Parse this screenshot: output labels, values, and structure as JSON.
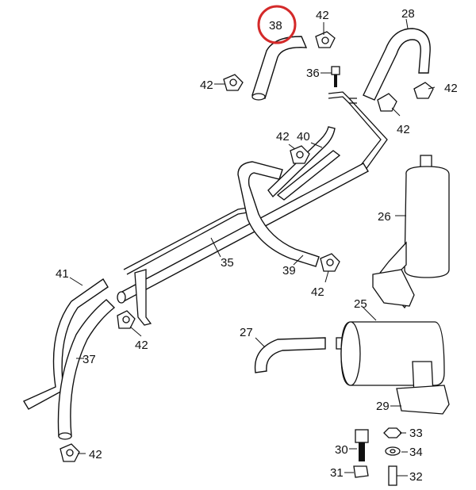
{
  "callouts": {
    "p38": "38",
    "p42a": "42",
    "p28": "28",
    "p42b": "42",
    "p36": "36",
    "p42c": "42",
    "p42d": "42",
    "p42e": "42",
    "p40": "40",
    "p26": "26",
    "p35": "35",
    "p39": "39",
    "p42f": "42",
    "p41": "41",
    "p42g": "42",
    "p37": "37",
    "p25": "25",
    "p27": "27",
    "p29": "29",
    "p30": "30",
    "p33": "33",
    "p34": "34",
    "p31": "31",
    "p32": "32",
    "p42h": "42"
  },
  "highlight": {
    "part": "38",
    "color": "#d42a2a"
  }
}
